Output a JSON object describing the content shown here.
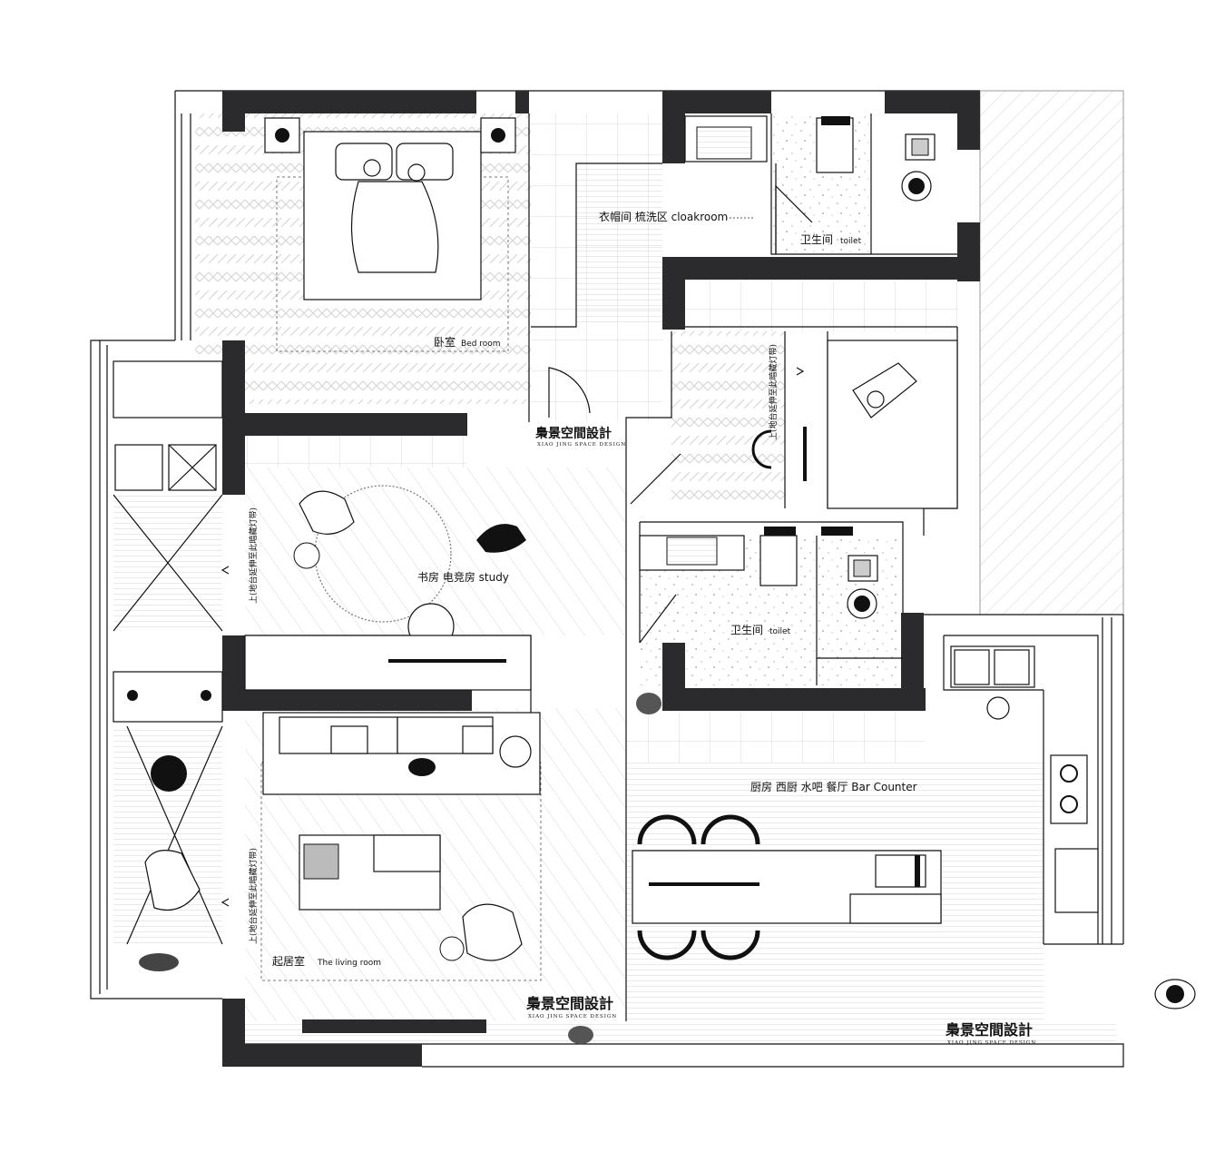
{
  "rooms": {
    "bedroom": {
      "cn": "卧室",
      "en": "Bed room"
    },
    "cloakroom": {
      "text": "衣帽间 梳洗区 cloakroom"
    },
    "toilet_top": {
      "cn": "卫生间",
      "en": "toilet"
    },
    "toilet_mid": {
      "cn": "卫生间",
      "en": "toilet"
    },
    "study": {
      "text": "书房 电竞房 study"
    },
    "living": {
      "cn": "起居室",
      "en": "The living room"
    },
    "kitchen": {
      "text": "厨房 西厨 水吧 餐厅  Bar Counter"
    }
  },
  "notes": {
    "stair_light_1": "上(地台延伸至此暗藏灯带)",
    "stair_light_2": "上(地台延伸至此暗藏灯带)",
    "stair_light_3": "上(地台延伸至此暗藏灯带)"
  },
  "watermarks": [
    {
      "main": "梟景空間設計",
      "sub": "XIAO JING SPACE DESIGN"
    },
    {
      "main": "梟景空間設計",
      "sub": "XIAO JING SPACE DESIGN"
    },
    {
      "main": "梟景空間設計",
      "sub": "XIAO JING SPACE DESIGN"
    }
  ],
  "colors": {
    "wall": "#2b2b2e",
    "line": "#111111",
    "hatch": "#cfcfcf"
  }
}
